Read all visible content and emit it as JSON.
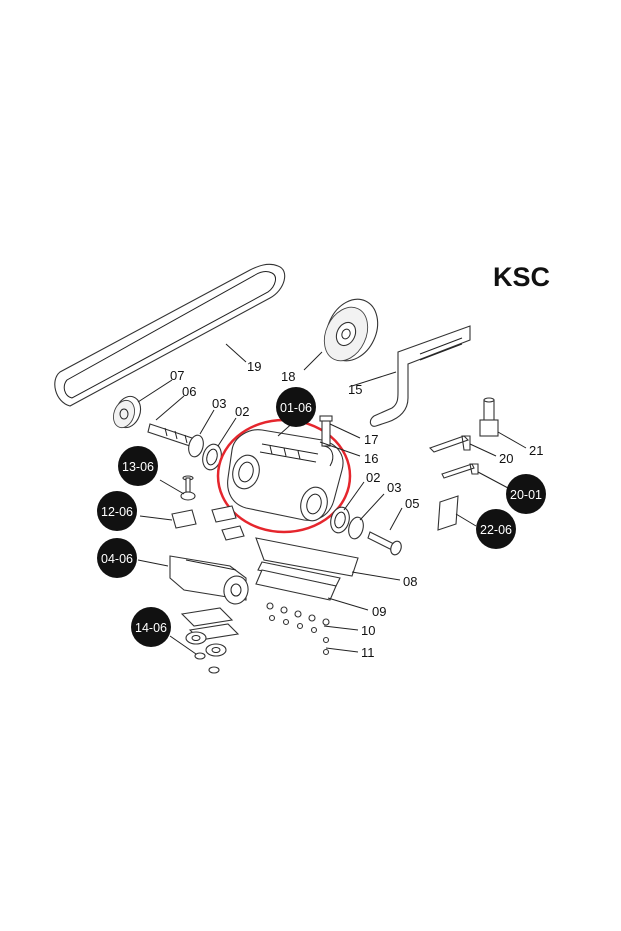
{
  "brand": "KSC",
  "colors": {
    "badge": "#111111",
    "highlight": "#e5262d",
    "line": "#222222"
  },
  "badges": {
    "b01_06": "01-06",
    "b13_06": "13-06",
    "b12_06": "12-06",
    "b04_06": "04-06",
    "b14_06": "14-06",
    "b20_01": "20-01",
    "b22_06": "22-06"
  },
  "labels": {
    "p19": "19",
    "p18": "18",
    "p07": "07",
    "p06": "06",
    "p03a": "03",
    "p02a": "02",
    "p15": "15",
    "p17": "17",
    "p16": "16",
    "p21": "21",
    "p20": "20",
    "p02b": "02",
    "p03b": "03",
    "p05": "05",
    "p08": "08",
    "p09": "09",
    "p10": "10",
    "p11": "11"
  }
}
